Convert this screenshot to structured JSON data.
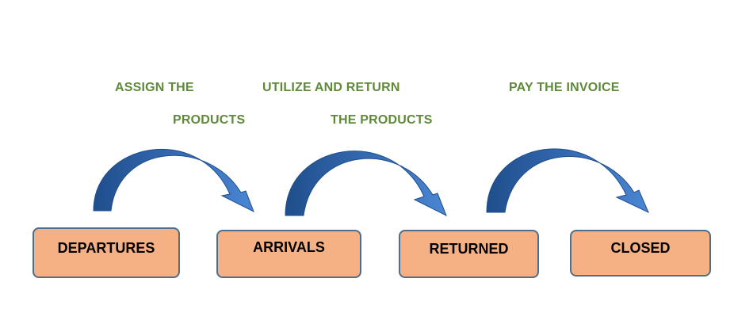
{
  "diagram": {
    "stages": [
      {
        "label": "DEPARTURES"
      },
      {
        "label": "ARRIVALS"
      },
      {
        "label": "RETURNED"
      },
      {
        "label": "CLOSED"
      }
    ],
    "transitions": [
      {
        "lines": [
          "ASSIGN THE",
          "PRODUCTS"
        ]
      },
      {
        "lines": [
          "UTILIZE AND RETURN",
          "THE PRODUCTS"
        ]
      },
      {
        "lines": [
          "PAY THE INVOICE"
        ]
      }
    ]
  },
  "colors": {
    "box_fill": "#f5b183",
    "box_border": "#4f6d8c",
    "label_text": "#5e8a3a",
    "arrow_dark": "#1f4e8c",
    "arrow_light": "#4a86d4"
  }
}
